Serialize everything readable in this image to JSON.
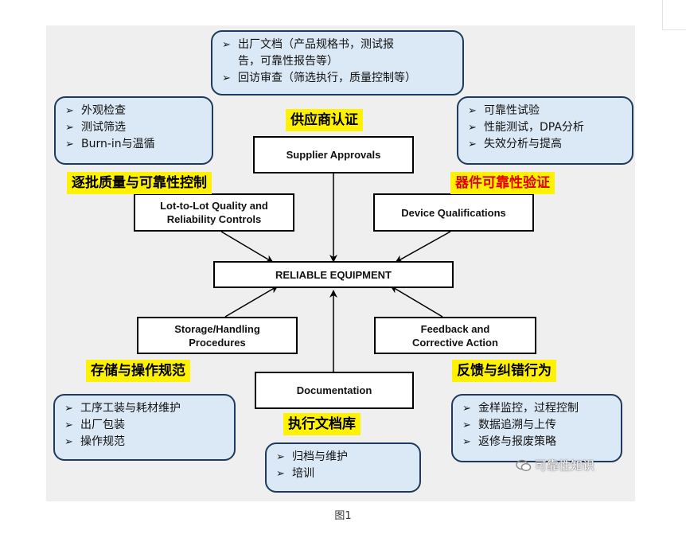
{
  "diagram": {
    "center": "RELIABLE EQUIPMENT",
    "boxes": {
      "supplier": "Supplier Approvals",
      "lot_line1": "Lot-to-Lot Quality and",
      "lot_line2": "Reliability Controls",
      "device": "Device Qualifications",
      "storage_line1": "Storage/Handling",
      "storage_line2": "Procedures",
      "feedback_line1": "Feedback and",
      "feedback_line2": "Corrective Action",
      "documentation": "Documentation"
    },
    "highlights": {
      "supplier": "供应商认证",
      "lot": "逐批质量与可靠性控制",
      "device": "器件可靠性验证",
      "storage": "存储与操作规范",
      "feedback": "反馈与纠错行为",
      "documentation": "执行文档库"
    },
    "notes": {
      "top": [
        "出厂文档（产品规格书，测试报",
        "告，可靠性报告等）",
        "回访审查（筛选执行，质量控制等）"
      ],
      "left_top": [
        "外观检查",
        "测试筛选",
        "Burn-in与温循"
      ],
      "right_top": [
        "可靠性试验",
        "性能测试，DPA分析",
        "失效分析与提高"
      ],
      "left_bottom": [
        "工序工装与耗材维护",
        "出厂包装",
        "操作规范"
      ],
      "bottom": [
        "归档与维护",
        "培训"
      ],
      "right_bottom": [
        "金样监控，过程控制",
        "数据追溯与上传",
        "返修与报废策略"
      ]
    },
    "colors": {
      "highlight": "#fff200",
      "device_highlight_text": "#e00000",
      "note_fill": "#dbe9f6",
      "note_border": "#1f3a5c"
    }
  },
  "watermark": "可靠性知识",
  "caption": "图1"
}
